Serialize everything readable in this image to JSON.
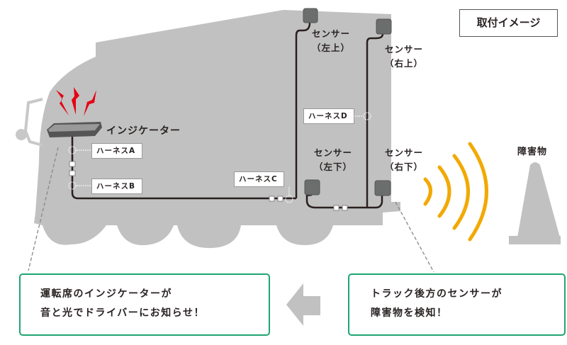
{
  "title": "取付イメージ",
  "indicator": {
    "label": "インジケーター"
  },
  "harnesses": {
    "a": "ハーネスA",
    "b": "ハーネスB",
    "c": "ハーネスC",
    "d": "ハーネスD"
  },
  "sensors": {
    "top_left": {
      "name": "センサー",
      "pos": "（左上）"
    },
    "top_right": {
      "name": "センサー",
      "pos": "（右上）"
    },
    "bottom_left": {
      "name": "センサー",
      "pos": "（左下）"
    },
    "bottom_right": {
      "name": "センサー",
      "pos": "（右下）"
    }
  },
  "obstacle": {
    "label": "障害物"
  },
  "messages": {
    "left": {
      "line1": "運転席のインジケーターが",
      "line2": "音と光でドライバーにお知らせ！"
    },
    "right": {
      "line1": "トラック後方のセンサーが",
      "line2": "障害物を検知！"
    }
  },
  "colors": {
    "accent_green": "#1fa572",
    "wave_orange": "#f2a900",
    "alert_red": "#e60012",
    "truck_gray": "#c0c1c0"
  }
}
